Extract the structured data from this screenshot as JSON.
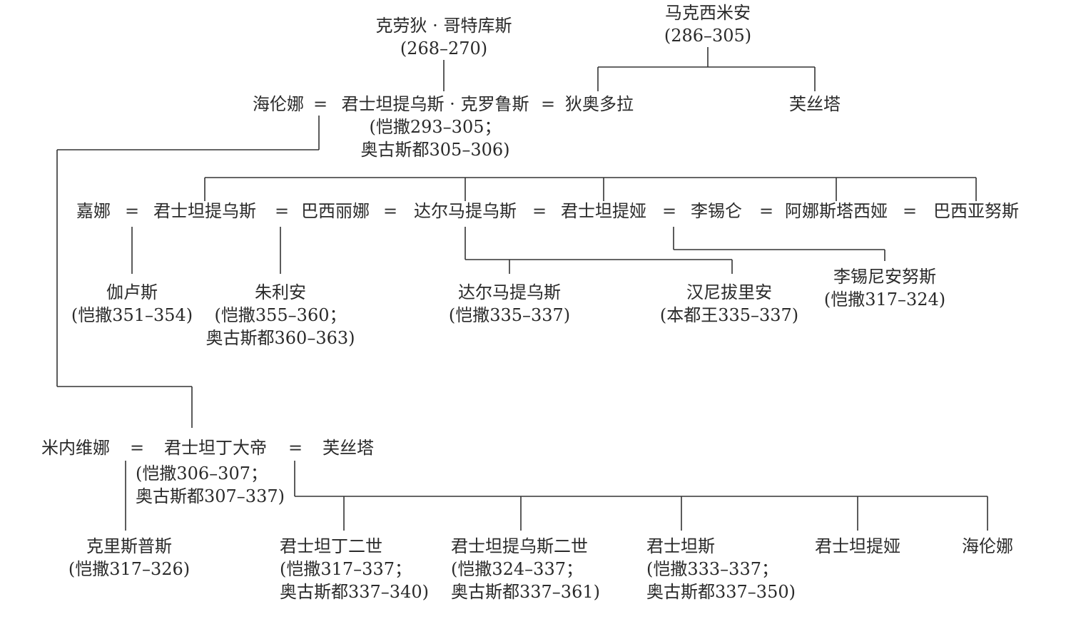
{
  "people": {
    "claudius": {
      "name": "克劳狄 · 哥特库斯",
      "reign": "(268–270)"
    },
    "maximian": {
      "name": "马克西米安",
      "reign": "(286–305)"
    },
    "helena": {
      "name": "海伦娜"
    },
    "constantius_chlorus": {
      "name": "君士坦提乌斯 · 克罗鲁斯",
      "line2": "(恺撒293–305；",
      "line3": "奥古斯都305–306)"
    },
    "theodora": {
      "name": "狄奥多拉"
    },
    "fausta": {
      "name": "芙丝塔"
    },
    "galla": {
      "name": "嘉娜"
    },
    "julius_constantius": {
      "name": "君士坦提乌斯"
    },
    "basilina": {
      "name": "巴西丽娜"
    },
    "dalmatius": {
      "name": "达尔马提乌斯"
    },
    "constantia": {
      "name": "君士坦提娅"
    },
    "licinius": {
      "name": "李锡仑"
    },
    "anastasia": {
      "name": "阿娜斯塔西娅"
    },
    "bassianus": {
      "name": "巴西亚努斯"
    },
    "gallus": {
      "name": "伽卢斯",
      "reign": "(恺撒351–354)"
    },
    "julian": {
      "name": "朱利安",
      "line2": "(恺撒355–360；",
      "line3": "奥古斯都360–363)"
    },
    "dalmatius_caesar": {
      "name": "达尔马提乌斯",
      "reign": "(恺撒335–337)"
    },
    "hannibalianus": {
      "name": "汉尼拔里安",
      "reign": "(本都王335–337)"
    },
    "licinianus": {
      "name": "李锡尼安努斯",
      "reign": "(恺撒317–324)"
    },
    "minervina": {
      "name": "米内维娜"
    },
    "constantine": {
      "name": "君士坦丁大帝",
      "line2": "(恺撒306–307；",
      "line3": "奥古斯都307–337)"
    },
    "fausta2": {
      "name": "芙丝塔"
    },
    "crispus": {
      "name": "克里斯普斯",
      "reign": "(恺撒317–326)"
    },
    "constantine2": {
      "name": "君士坦丁二世",
      "line2": "(恺撒317–337；",
      "line3": "奥古斯都337–340)"
    },
    "constantius2": {
      "name": "君士坦提乌斯二世",
      "line2": "(恺撒324–337；",
      "line3": "奥古斯都337–361)"
    },
    "constans": {
      "name": "君士坦斯",
      "line2": "(恺撒333–337；",
      "line3": "奥古斯都337–350)"
    },
    "constantina": {
      "name": "君士坦提娅"
    },
    "helena2": {
      "name": "海伦娜"
    }
  },
  "symbols": {
    "marriage": "="
  },
  "colors": {
    "text": "#2a2a2a",
    "lines": "#333333",
    "background": "#ffffff"
  }
}
